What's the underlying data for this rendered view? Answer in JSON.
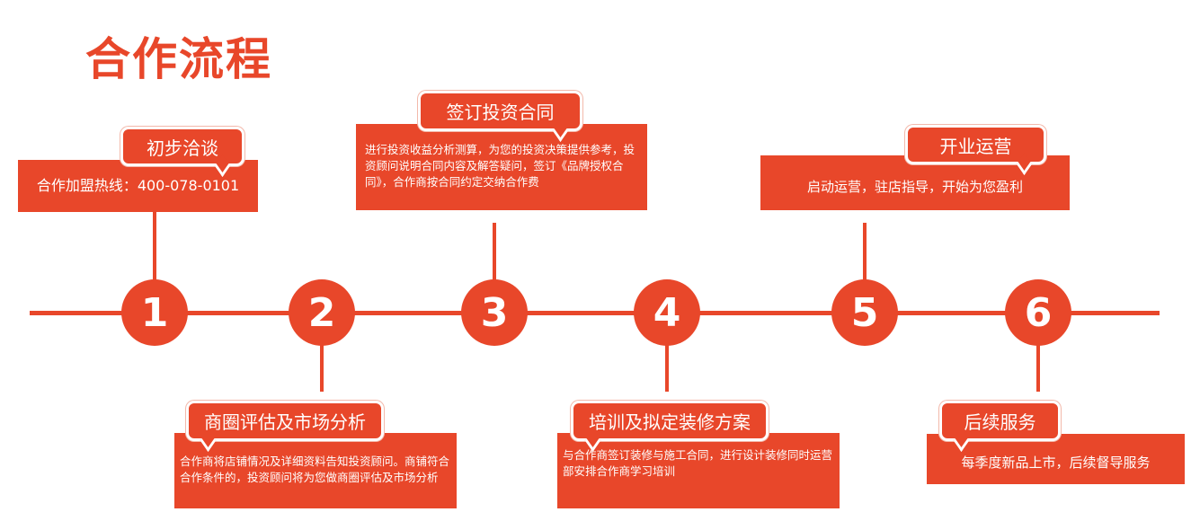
{
  "title": "合作流程",
  "steps": [
    {
      "number": "1",
      "label": "初步洽谈",
      "text": "合作加盟热线：400-078-0101"
    },
    {
      "number": "2",
      "label": "商圈评估及市场分析",
      "text": "合作商将店铺情况及详细资料告知投资顾问。商铺符合合作条件的，投资顾问将为您做商圈评估及市场分析"
    },
    {
      "number": "3",
      "label": "签订投资合同",
      "text": "进行投资收益分析测算，为您的投资决策提供参考，投资顾问说明合同内容及解答疑问，签订《品牌授权合同》，合作商按合同约定交纳合作费"
    },
    {
      "number": "4",
      "label": "培训及拟定装修方案",
      "text": "与合作商签订装修与施工合同，进行设计装修同时运营部安排合作商学习培训"
    },
    {
      "number": "5",
      "label": "开业运营",
      "text": "启动运营，驻店指导，开始为您盈利"
    },
    {
      "number": "6",
      "label": "后续服务",
      "text": "每季度新品上市，后续督导服务"
    }
  ]
}
